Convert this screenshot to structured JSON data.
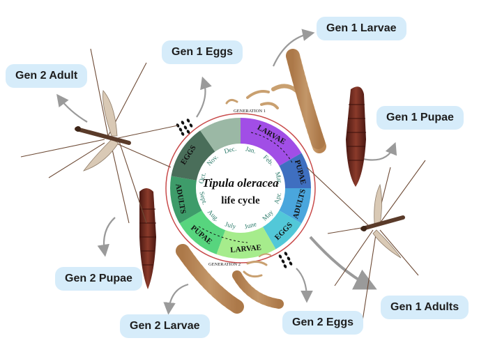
{
  "diagram": {
    "center_title": "Tipula oleracea",
    "center_subtitle": "life cycle",
    "ring_labels": {
      "generation_1": "GENERATION 1",
      "generation_2": "GENERATION 2"
    },
    "stage_labels": {
      "gen1_eggs": "Gen 1 Eggs",
      "gen1_larvae": "Gen 1 Larvae",
      "gen1_pupae": "Gen 1 Pupae",
      "gen1_adults": "Gen 1 Adults",
      "gen2_eggs": "Gen 2 Eggs",
      "gen2_larvae": "Gen 2 Larvae",
      "gen2_pupae": "Gen 2 Pupae",
      "gen2_adult": "Gen 2 Adult"
    },
    "months": [
      "Jan.",
      "Feb.",
      "Mar.",
      "Apr.",
      "May",
      "June",
      "July",
      "Aug.",
      "Sept.",
      "Oct.",
      "Nov.",
      "Dec."
    ],
    "segments": [
      {
        "label": "LARVAE",
        "color": "#a14ee6"
      },
      {
        "label": "PUPAE",
        "color": "#3f6fc0"
      },
      {
        "label": "ADULTS",
        "color": "#4aa6dd"
      },
      {
        "label": "EGGS",
        "color": "#52c8d8"
      },
      {
        "label": "LARVAE",
        "color": "#a6ec8c"
      },
      {
        "label": "PUPAE",
        "color": "#57d57e"
      },
      {
        "label": "ADULTS",
        "color": "#3e9c6a"
      },
      {
        "label": "EGGS",
        "color": "#4a6e5a"
      },
      {
        "label": "",
        "color": "#9bb8a5"
      }
    ],
    "colors": {
      "label_bg": "#d6ecfa",
      "ring_red": "#c84a4a",
      "arrow_gray": "#9a9a9a",
      "pupa_brown": "#6e2a20",
      "larva_tan": "#c9a070"
    }
  }
}
